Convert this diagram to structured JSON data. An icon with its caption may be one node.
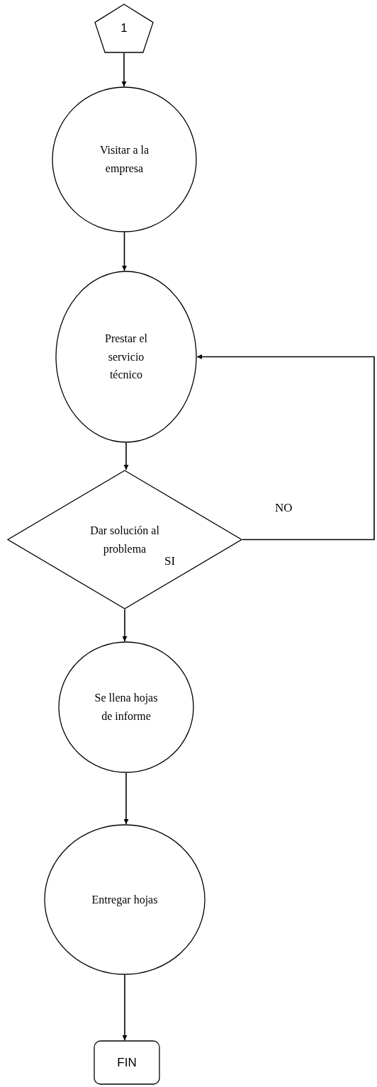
{
  "diagram": {
    "nodes": [
      {
        "text": [
          "1"
        ]
      },
      {
        "text": [
          "Visitar a la empresa"
        ]
      },
      {
        "text": [
          "Prestar el servicio técnico"
        ]
      },
      {
        "text": [
          "Dar solución al problema"
        ]
      },
      {
        "text": [
          "Se llena hojas de informe"
        ]
      },
      {
        "text": [
          "Entregar hojas"
        ]
      },
      {
        "text": [
          "FIN"
        ]
      }
    ],
    "edges": [
      {
        "from": 0,
        "to": 1,
        "arrow": "to"
      },
      {
        "from": 1,
        "to": 2,
        "arrow": "to"
      },
      {
        "from": 2,
        "to": 3,
        "arrow": "to"
      },
      {
        "from": 3,
        "to": 4,
        "arrow": "to",
        "label": "SI"
      },
      {
        "from": 3,
        "to": 2,
        "arrow": "to",
        "label": "NO"
      },
      {
        "from": 4,
        "to": 5,
        "arrow": "to"
      },
      {
        "from": 5,
        "to": 6,
        "arrow": "to"
      }
    ]
  }
}
